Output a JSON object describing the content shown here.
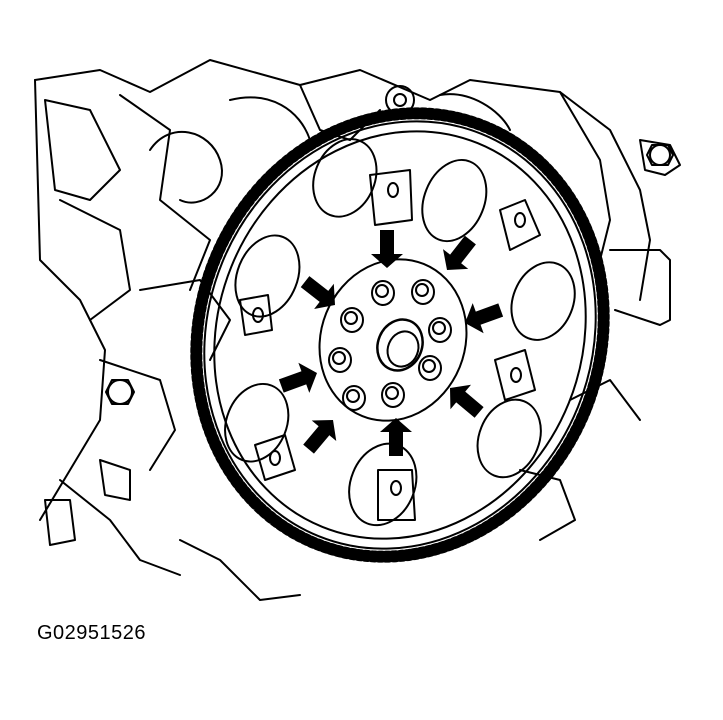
{
  "figure": {
    "id_label": "G02951526",
    "subject": "flywheel-bolt-diagram",
    "bolt_count": 8,
    "arrow_count": 8,
    "colors": {
      "ink": "#000000",
      "paper": "#ffffff"
    }
  }
}
